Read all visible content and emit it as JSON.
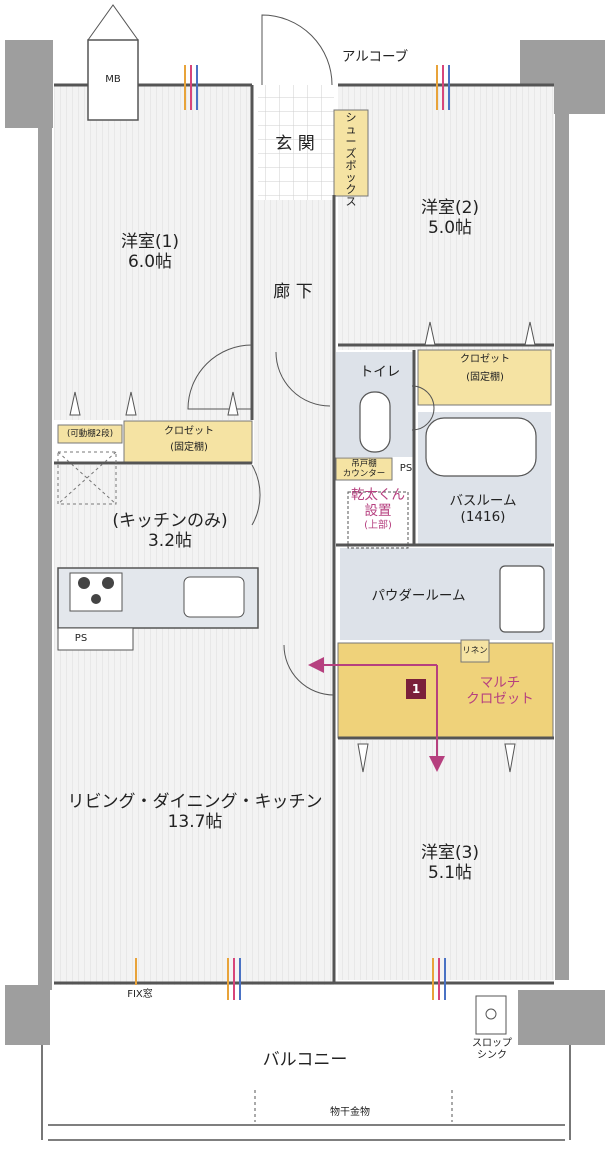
{
  "rooms": {
    "western1": {
      "name": "洋室(1)",
      "size": "6.0帖"
    },
    "western2": {
      "name": "洋室(2)",
      "size": "5.0帖"
    },
    "western3": {
      "name": "洋室(3)",
      "size": "5.1帖"
    },
    "kitchen": {
      "name": "(キッチンのみ)",
      "size": "3.2帖"
    },
    "ldk": {
      "name": "リビング・ダイニング・キッチン",
      "size": "13.7帖"
    },
    "entrance": "玄 関",
    "hallway": "廊 下",
    "toilet": "トイレ",
    "bath": {
      "name": "バスルーム",
      "size": "(1416)"
    },
    "powder": "パウダールーム",
    "balcony": "バルコニー",
    "alcove": "アルコーブ"
  },
  "labels": {
    "mb": "MB",
    "shoebox": "シューズボックス",
    "closet2_top": "クロゼット",
    "closet2_bottom": "(固定棚)",
    "closet1_top": "クロゼット",
    "closet1_bottom": "(固定棚)",
    "movable_shelf": "(可動棚2段)",
    "hanging_shelf_1": "吊戸棚",
    "hanging_shelf_2": "カウンター",
    "ps_toilet": "PS",
    "ps_kitchen": "PS",
    "dryer_1": "乾太くん",
    "dryer_2": "設置",
    "dryer_3": "(上部)",
    "linen": "リネン",
    "multi_closet_1": "マルチ",
    "multi_closet_2": "クロゼット",
    "multi_badge": "1",
    "fix_window": "FIX窓",
    "slop_sink_1": "スロップ",
    "slop_sink_2": "シンク",
    "drying_rod": "物干金物"
  },
  "colors": {
    "wall": "#9a9a9a",
    "floor": "#f2f2f2",
    "wet_area": "#dde2e9",
    "closet": "#f5e3a3",
    "multi_closet": "#efd27a",
    "arrow": "#b6407f",
    "badge": "#7a1f3a"
  }
}
